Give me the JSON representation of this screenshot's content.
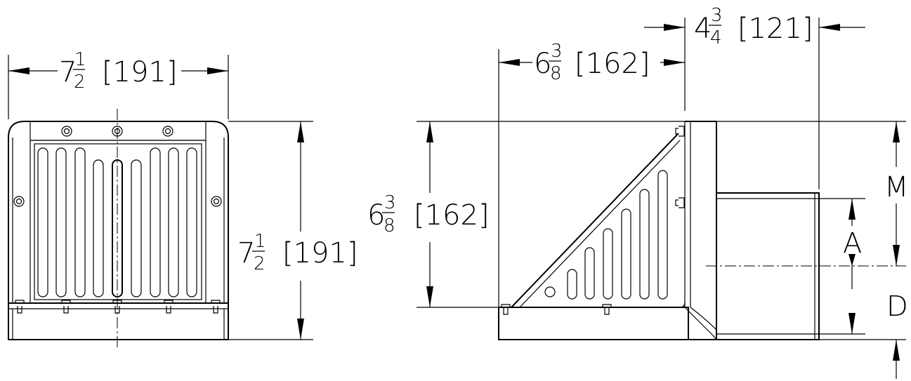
{
  "front_view": {
    "width_whole": "7",
    "width_num": "1",
    "width_den": "2",
    "width_metric": "[191]",
    "height_whole": "7",
    "height_num": "1",
    "height_den": "2",
    "height_metric": "[191]"
  },
  "side_view": {
    "height_whole": "6",
    "height_num": "3",
    "height_den": "8",
    "height_metric": "[162]",
    "depth_whole": "6",
    "depth_num": "3",
    "depth_den": "8",
    "depth_metric": "[162]",
    "outlet_whole": "4",
    "outlet_num": "3",
    "outlet_den": "4",
    "outlet_metric": "[121]",
    "label_m": "M",
    "label_a": "A",
    "label_d": "D"
  }
}
